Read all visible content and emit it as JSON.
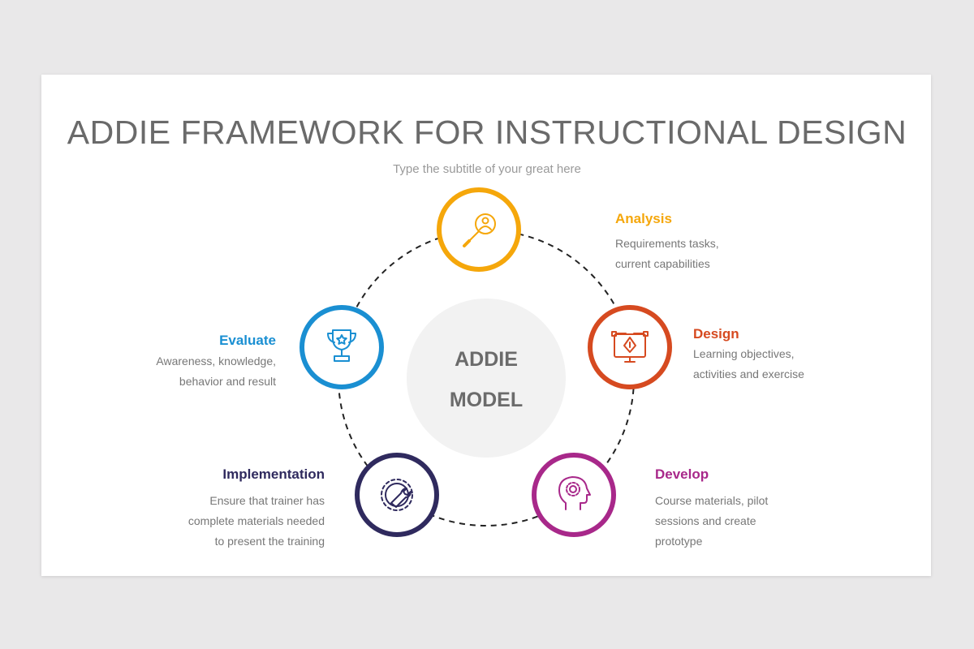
{
  "title": "ADDIE FRAMEWORK FOR INSTRUCTIONAL DESIGN",
  "subtitle": "Type the subtitle of your great here",
  "center": {
    "line1": "ADDIE",
    "line2": "MODEL"
  },
  "stages": {
    "analysis": {
      "title": "Analysis",
      "desc_line1": "Requirements tasks,",
      "desc_line2": "current capabilities",
      "color": "#f5a70b",
      "icon": "magnifier-person-icon"
    },
    "design": {
      "title": "Design",
      "desc_line1": "Learning objectives,",
      "desc_line2": "activities and exercise",
      "color": "#d64a20",
      "icon": "pen-tool-monitor-icon"
    },
    "develop": {
      "title": "Develop",
      "desc_line1": "Course materials, pilot",
      "desc_line2": "sessions and create",
      "desc_line3": "prototype",
      "color": "#a8288a",
      "icon": "head-gear-icon"
    },
    "implementation": {
      "title": "Implementation",
      "desc_line1": "Ensure that trainer has",
      "desc_line2": "complete materials needed",
      "desc_line3": "to present the training",
      "color": "#2f2a5e",
      "icon": "wrench-gear-icon"
    },
    "evaluate": {
      "title": "Evaluate",
      "desc_line1": "Awareness, knowledge,",
      "desc_line2": "behavior and result",
      "color": "#1a8fd2",
      "icon": "trophy-icon"
    }
  },
  "colors": {
    "background": "#e9e8e9",
    "slide": "#ffffff",
    "title": "#6a6a6a",
    "center_fill": "#f2f2f2"
  }
}
